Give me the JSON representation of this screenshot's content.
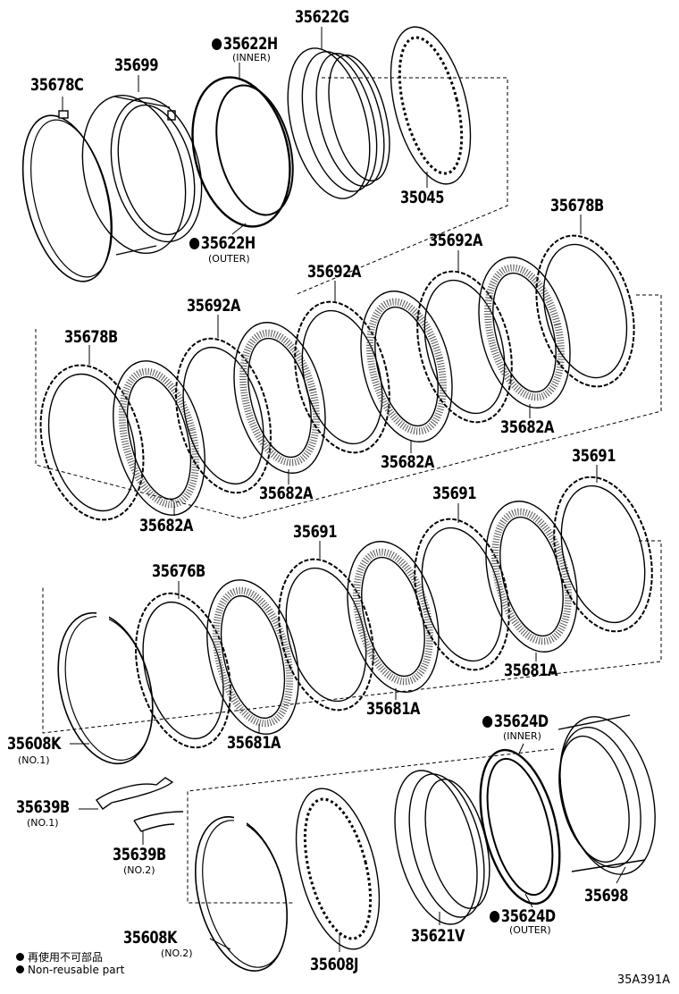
{
  "labels": {
    "p35678C": "35678C",
    "p35699": "35699",
    "p35622H_inner": "35622H",
    "p35622H_inner_note": "(INNER)",
    "p35622G": "35622G",
    "p35622H_outer": "35622H",
    "p35622H_outer_note": "(OUTER)",
    "p35045": "35045",
    "p35678B_top": "35678B",
    "p35692A_1": "35692A",
    "p35692A_2": "35692A",
    "p35692A_3": "35692A",
    "p35678B_left": "35678B",
    "p35682A_1": "35682A",
    "p35682A_2": "35682A",
    "p35682A_3": "35682A",
    "p35682A_4": "35682A",
    "p35691_1": "35691",
    "p35691_2": "35691",
    "p35691_3": "35691",
    "p35676B": "35676B",
    "p35681A_1": "35681A",
    "p35681A_2": "35681A",
    "p35681A_3": "35681A",
    "p35608K_1": "35608K",
    "p35608K_1_note": "(NO.1)",
    "p35624D_inner": "35624D",
    "p35624D_inner_note": "(INNER)",
    "p35639B_1": "35639B",
    "p35639B_1_note": "(NO.1)",
    "p35639B_2": "35639B",
    "p35639B_2_note": "(NO.2)",
    "p35698": "35698",
    "p35624D_outer": "35624D",
    "p35624D_outer_note": "(OUTER)",
    "p35621V": "35621V",
    "p35608K_2": "35608K",
    "p35608K_2_note": "(NO.2)",
    "p35608J": "35608J"
  },
  "legend": {
    "line1": "再使用不可部品",
    "line2": "Non-reusable part"
  },
  "diagram_code": "35A391A"
}
